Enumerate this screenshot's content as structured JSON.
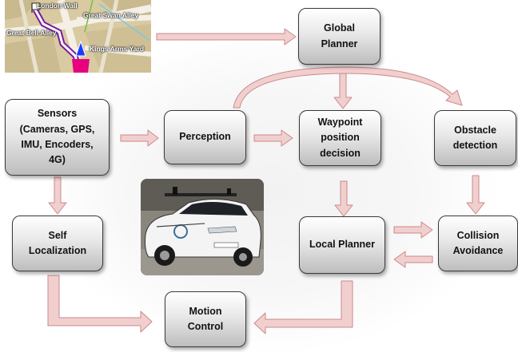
{
  "nodes": {
    "global_planner": "Global\nPlanner",
    "sensors": "Sensors\n(Cameras, GPS,\nIMU, Encoders,\n4G)",
    "perception": "Perception",
    "waypoint": "Waypoint\nposition\ndecision",
    "obstacle": "Obstacle\ndetection",
    "self_localization": "Self\nLocalization",
    "local_planner": "Local Planner",
    "collision": "Collision\nAvoidance",
    "motion": "Motion\nControl"
  },
  "map": {
    "streets": [
      "London Wall",
      "Great Swan Alley",
      "Great Bell Alley",
      "Kings Arms Yard"
    ]
  },
  "colors": {
    "arrow_fill": "#f2cfcf",
    "arrow_stroke": "#c98a8a",
    "node_border": "#3a3a3a"
  }
}
